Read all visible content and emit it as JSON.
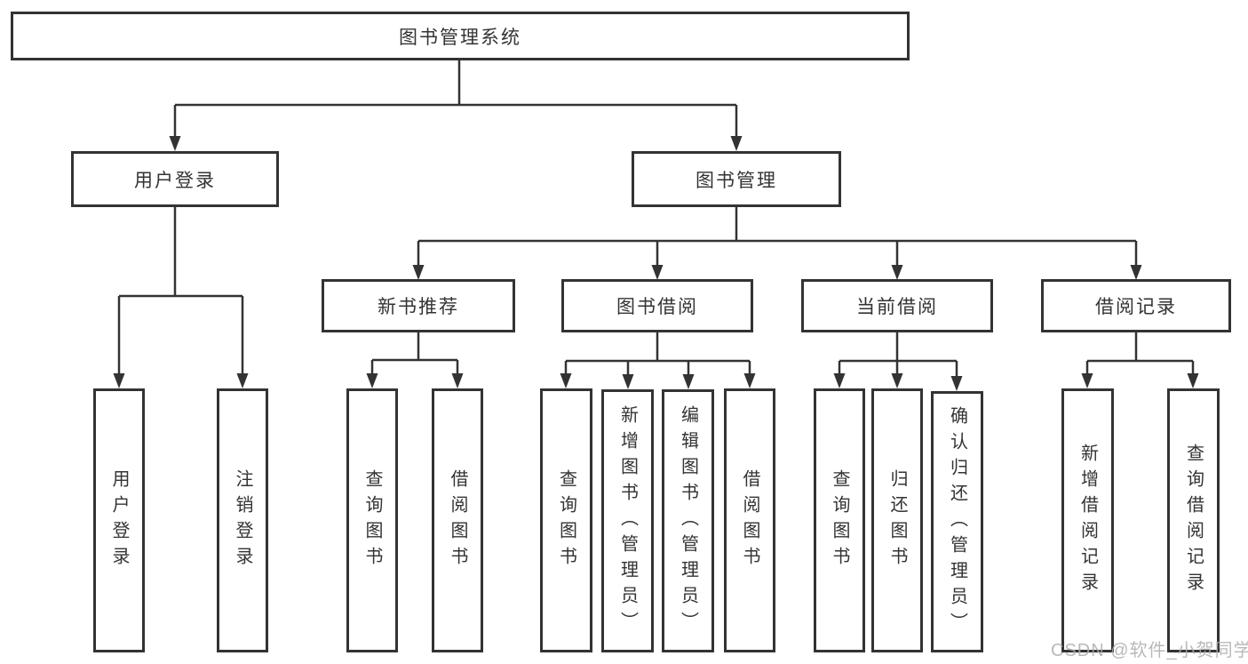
{
  "diagram": {
    "title": "图书管理系统",
    "nodes": {
      "root": "图书管理系统",
      "user_login": "用户登录",
      "book_mgmt": "图书管理",
      "new_book": "新书推荐",
      "book_borrow": "图书借阅",
      "current_borrow": "当前借阅",
      "borrow_record": "借阅记录",
      "leaf_user_login": "用户登录",
      "leaf_logout": "注销登录",
      "nb_query": "查询图书",
      "nb_borrow": "借阅图书",
      "bb_query": "查询图书",
      "bb_add": "新增图书（管理员）",
      "bb_edit": "编辑图书（管理员）",
      "bb_borrow": "借阅图书",
      "cb_query": "查询图书",
      "cb_return": "归还图书",
      "cb_confirm": "确认归还（管理员）",
      "br_add": "新增借阅记录",
      "br_query": "查询借阅记录"
    },
    "colors": {
      "line": "#333333",
      "box_border": "#333333",
      "box_fill": "#ffffff",
      "text": "#333333",
      "background": "#ffffff",
      "watermark": "#adadad"
    }
  },
  "watermark": {
    "text": "CSDN @软件_小贺同学"
  }
}
